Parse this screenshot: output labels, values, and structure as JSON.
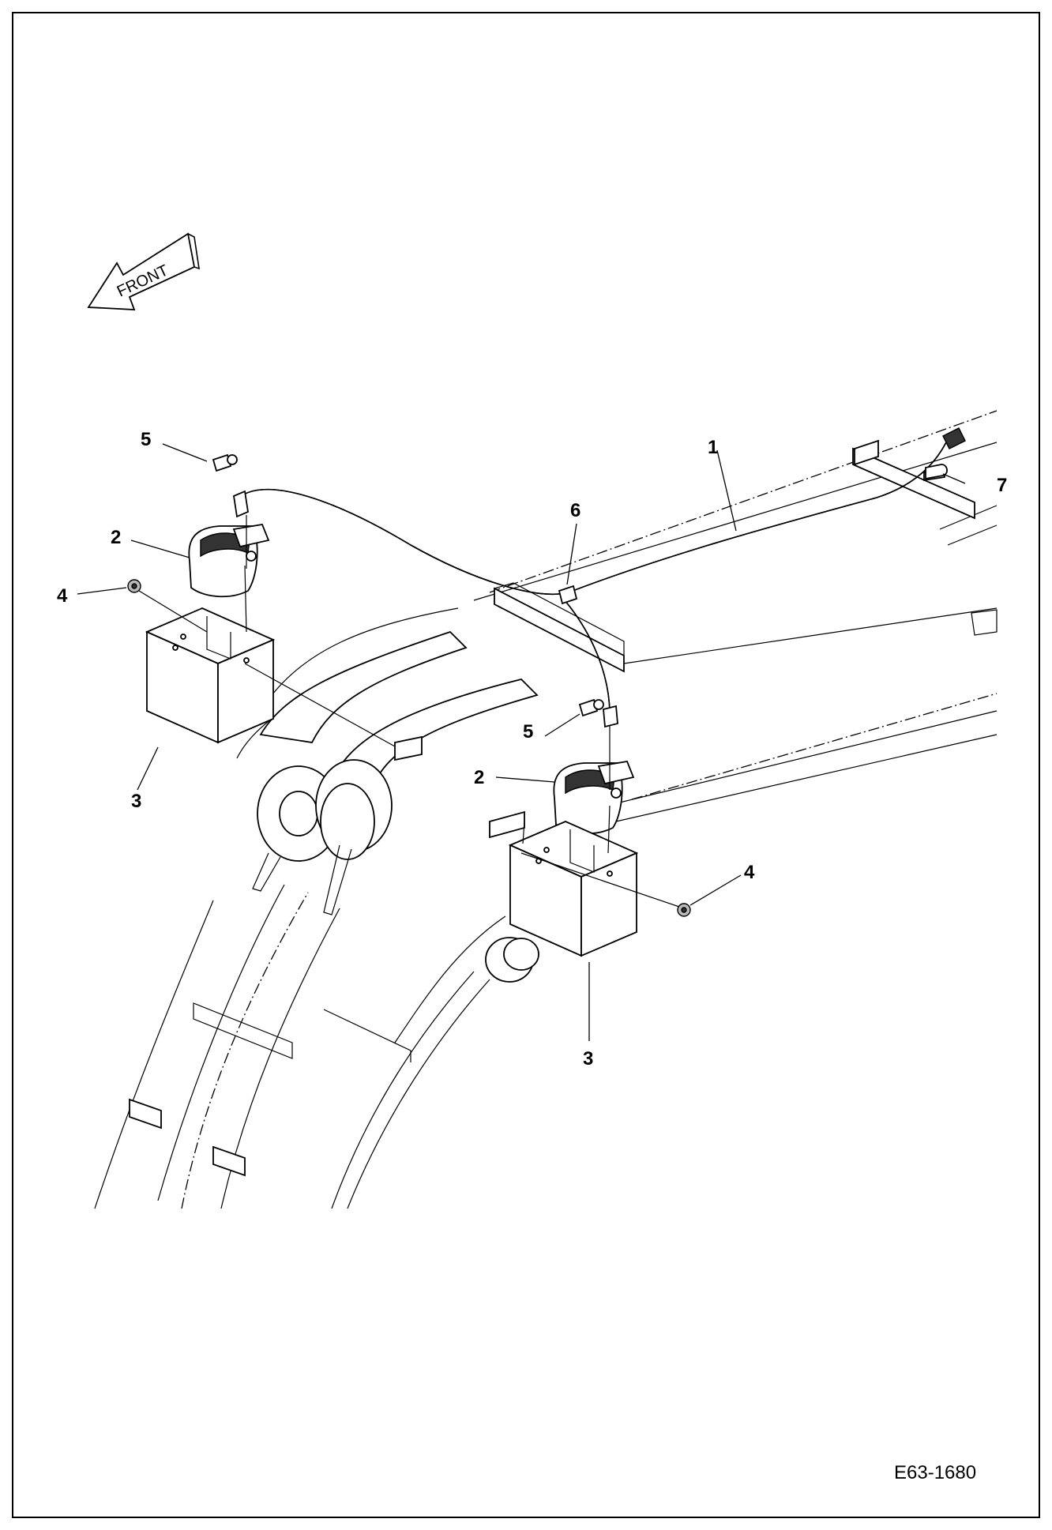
{
  "front_arrow_text": "FRONT",
  "drawing_code": "E63-1680",
  "callouts": {
    "c1": "1",
    "c2a": "2",
    "c2b": "2",
    "c3a": "3",
    "c3b": "3",
    "c4a": "4",
    "c4b": "4",
    "c5a": "5",
    "c5b": "5",
    "c6": "6",
    "c7": "7"
  }
}
